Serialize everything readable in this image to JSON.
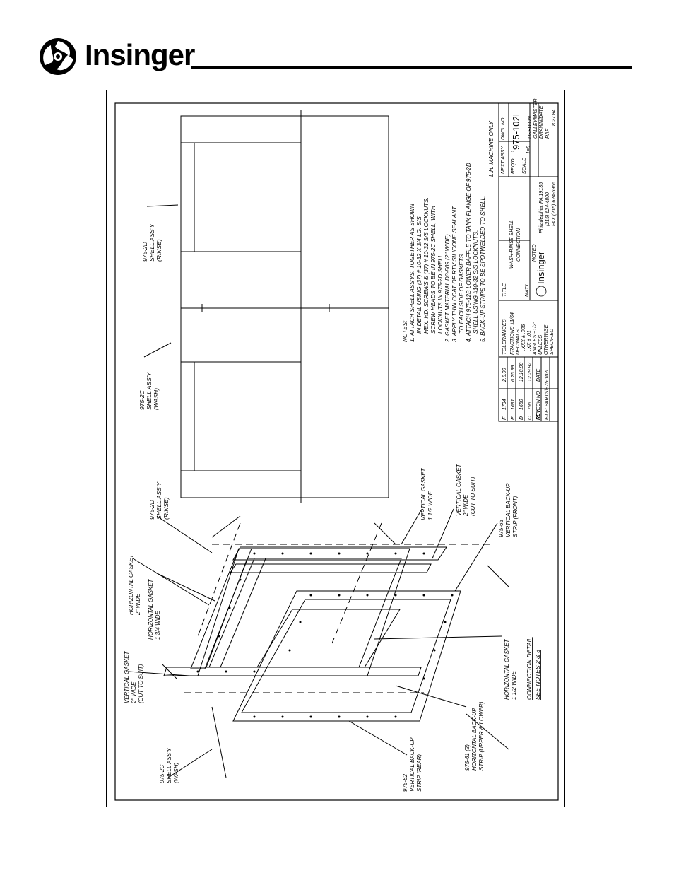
{
  "brand": {
    "name": "Insinger"
  },
  "notes": {
    "heading": "NOTES:",
    "lines": [
      "1. ATTACH SHELL ASS'YS. TOGETHER AS SHOWN",
      "IN DETAIL USING (37) # 10-32 X 3/4 LG. S/S",
      "HEX. HD. SCREWS & (37) # 10-32 S/S LOCKNUTS.",
      "SCREW HEADS TO BE IN 975-2C SHELL, WITH",
      "LOCKNUTS IN 975-2D SHELL.",
      "2. GASKET MATERIAL D3-509 (2\" WIDE).",
      "3. APPLY THIN COAT OF RTV SILICONE SEALANT",
      "TO EACH SIDE OF GASKETS.",
      "4. ATTACH 975-12B LOWER BAFFLE TO TANK FLANGE OF 975-2D",
      "SHELL USING #10-32 S/S LOCKNUTS.",
      "5. BACK-UP STRIPS TO BE SPOTWELDED TO SHELL."
    ],
    "machine_note": "L.H. MACHINE ONLY"
  },
  "top_view": {
    "label_2d_upper": [
      "975-2D",
      "SHELL ASS'Y",
      "(RINSE)"
    ],
    "label_2c": [
      "975-2C",
      "SHELL ASS'Y",
      "(WASH)"
    ],
    "label_2d_lower": [
      "975-2D",
      "SHELL ASS'Y",
      "(RINSE)"
    ]
  },
  "detail": {
    "labels": {
      "vertical_gasket_top": [
        "VERTICAL GASKET",
        "1 1/2 WIDE"
      ],
      "vertical_gasket_2in_right": [
        "VERTICAL GASKET",
        "2\" WIDE",
        "(CUT TO SUIT)"
      ],
      "back_up_front": [
        "975-63",
        "VERTICAL BACK-UP",
        "STRIP (FRONT)"
      ],
      "horizontal_gasket_2in": [
        "HORIZONTAL GASKET",
        "2\" WIDE"
      ],
      "horizontal_gasket_134": [
        "HORIZONTAL GASKET",
        "1 3/4 WIDE"
      ],
      "vertical_gasket_left": [
        "VERTICAL GASKET",
        "2\" WIDE",
        "(CUT TO SUIT)"
      ],
      "horizontal_gasket_112": [
        "HORIZONTAL GASKET",
        "1 1/2 WIDE"
      ],
      "back_up_horizontal": [
        "975-61 (2)",
        "HORIZONTAL BACK-UP",
        "STRIP (UPPER & LOWER)"
      ],
      "back_up_rear": [
        "975-62",
        "VERTICAL BACK-UP",
        "STRIP (REAR)"
      ],
      "shell_2c_wash": [
        "975-2C",
        "SHELL ASS'Y",
        "(WASH)"
      ]
    },
    "caption": "CONNECTION DETAIL",
    "see_notes": "SEE NOTES 2 & 3"
  },
  "title_block": {
    "revisions": {
      "header": [
        "REV",
        "ECN NO",
        "DATE"
      ],
      "rows": [
        [
          "F",
          "1734",
          "2.8.00"
        ],
        [
          "E",
          "1691",
          "6.25.99"
        ],
        [
          "D",
          "1650",
          "12.18.98"
        ],
        [
          "C",
          "795",
          "12.29.92"
        ]
      ],
      "file": "FILE: PARTS\\975-102L"
    },
    "tolerances": {
      "heading": "TOLERANCES",
      "lines": [
        "FRACTIONS ±1/64",
        "DECIMALS",
        ".XXX ± .005",
        ".XX ± .01",
        "ANGLES ±1/2°",
        "UNLESS",
        "OTHERWISE",
        "SPECIFIED"
      ]
    },
    "title_label": "TITLE",
    "title_lines": [
      "WASH-RINSE SHELL",
      "CONNECTION"
    ],
    "matl_label": "MAT'L",
    "matl_value": "NOTED",
    "company_address": [
      "Philadelphia, PA 19135",
      "(215) 624-4800",
      "FAX (215) 624-6966"
    ],
    "next_assy_label": "NEXT ASSY",
    "reqd_label": "REQ'D",
    "reqd_value": "1",
    "scale_label": "SCALE",
    "scale_value": "1=8",
    "dwg_no_label": "DWG. NO.",
    "dwg_no": "975-102L",
    "used_on_label": "USED ON",
    "used_on_value": "GALLEYMASTER",
    "drawn_label": "DRAWN/DATE",
    "drawn_value": "RAF",
    "drawn_date": "8.27.84"
  }
}
